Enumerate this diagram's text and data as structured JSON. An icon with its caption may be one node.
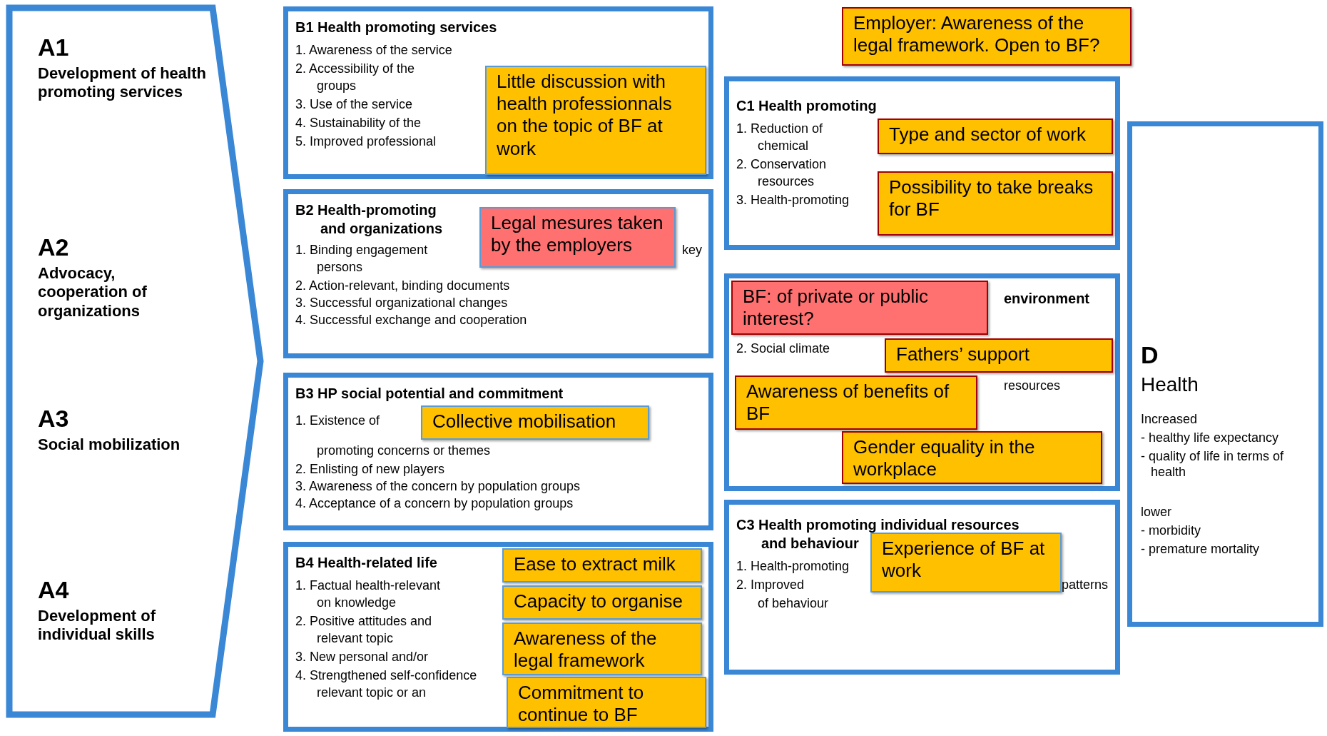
{
  "diagram": {
    "nodes": [
      {
        "text": [
          "A1",
          "Development of health promoting services",
          "A2",
          "Advocacy, cooperation of organizations",
          "A3",
          "Social mobilization",
          "A4",
          "Development of individual skills"
        ]
      },
      {
        "text": [
          "B1 Health promoting services",
          "1. Awareness of the service",
          "2. Accessibility of the",
          "groups",
          "3. Use of the service",
          "4. Sustainability of the",
          "5. Improved professional"
        ]
      },
      {
        "text": [
          "B2 Health-promoting",
          "and organizations",
          "1. Binding engagement",
          "key",
          "persons",
          "2. Action-relevant, binding documents",
          "3. Successful organizational changes",
          "4. Successful exchange and cooperation"
        ]
      },
      {
        "text": [
          "B3 HP social potential and commitment",
          "1. Existence of",
          "promoting concerns or themes",
          "2. Enlisting of new players",
          "3. Awareness of the concern by population groups",
          "4. Acceptance of a concern by population groups"
        ]
      },
      {
        "text": [
          "B4 Health-related life",
          "1. Factual health-relevant",
          "on knowledge",
          "2. Positive attitudes and",
          "relevant topic",
          "3. New personal and/or",
          "4. Strengthened self-confidence",
          "relevant topic or an"
        ]
      },
      {
        "text": [
          "C1 Health promoting",
          "1. Reduction of",
          "chemical",
          "2. Conservation",
          "resources",
          "3. Health-promoting"
        ]
      },
      {
        "text": [
          "environment",
          "2. Social climate",
          "resources"
        ]
      },
      {
        "text": [
          "C3 Health promoting individual resources",
          "and behaviour",
          "1. Health-promoting",
          "2. Improved",
          "patterns",
          "of behaviour"
        ]
      },
      {
        "text": [
          "D",
          "Health",
          "Increased",
          "- healthy life expectancy",
          "- quality of life in terms of health",
          "lower",
          "- morbidity",
          "- premature mortality"
        ]
      },
      {
        "text": [
          "Little discussion with health professionnals on the topic of BF at work"
        ],
        "in": 1
      },
      {
        "text": [
          "Legal mesures taken by the employers"
        ],
        "in": 2
      },
      {
        "text": [
          "Collective mobilisation"
        ],
        "in": 3
      },
      {
        "text": [
          "Ease to extract milk"
        ],
        "in": 4
      },
      {
        "text": [
          "Capacity to organise"
        ],
        "in": 4
      },
      {
        "text": [
          "Awareness of the legal framework"
        ],
        "in": 4
      },
      {
        "text": [
          "Commitment to continue to BF"
        ],
        "in": 4
      },
      {
        "text": [
          "Employer: Awareness of the legal framework. Open to BF?"
        ]
      },
      {
        "text": [
          "Type and sector of work"
        ],
        "in": 5
      },
      {
        "text": [
          "Possibility to take breaks for BF"
        ],
        "in": 5
      },
      {
        "text": [
          "BF: of private or public interest?"
        ],
        "in": 6
      },
      {
        "text": [
          "Fathers’ support"
        ],
        "in": 6
      },
      {
        "text": [
          "Awareness of benefits of BF"
        ],
        "in": 6
      },
      {
        "text": [
          "Gender equality in the workplace"
        ],
        "in": 6
      },
      {
        "text": [
          "Experience of BF at work"
        ],
        "in": 7
      }
    ]
  }
}
